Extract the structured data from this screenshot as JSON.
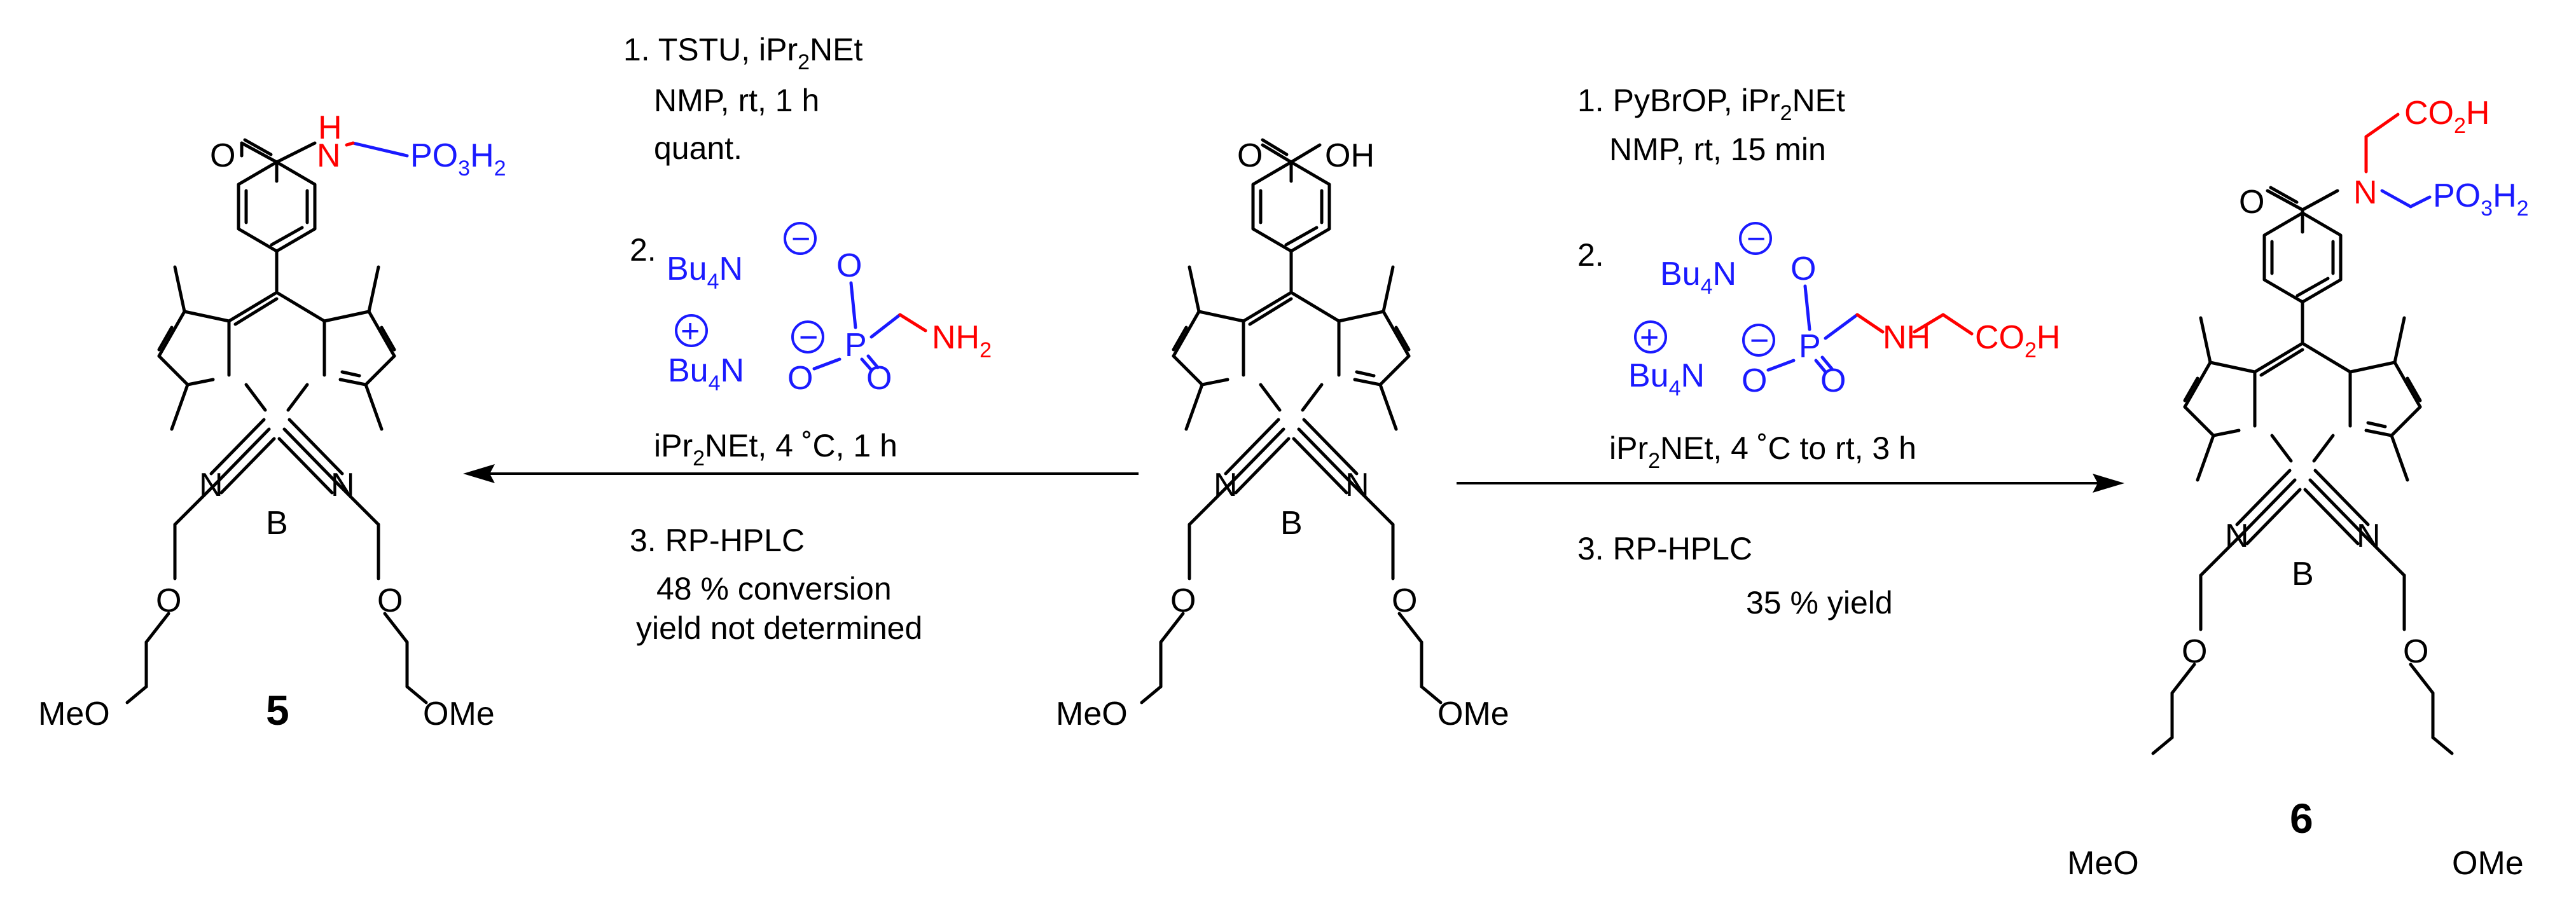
{
  "compound_labels": {
    "left": "5",
    "right": "6"
  },
  "groups": {
    "ome": "OMe",
    "meo": "MeO",
    "o": "O",
    "n": "N",
    "b": "B",
    "h": "H",
    "oh": "OH",
    "po3h2_main": "PO",
    "po3h2_sub3": "3",
    "po3h2_h": "H",
    "po3h2_sub2": "2",
    "co2h_main": "CO",
    "co2h_sub": "2",
    "co2h_h": "H"
  },
  "reagents": {
    "bu4n_main": "Bu",
    "bu4n_sub": "4",
    "bu4n_n": "N",
    "p": "P",
    "o": "O",
    "nh2_main": "NH",
    "nh2_sub": "2",
    "minus": "−",
    "plus": "+"
  },
  "left_conditions": {
    "step1_line1_a": "1. TSTU, iPr",
    "step1_line1_sub": "2",
    "step1_line1_b": "NEt",
    "step1_line2": "NMP, rt, 1 h",
    "step1_line3": "quant.",
    "step2_label": "2.",
    "base_a": "iPr",
    "base_sub": "2",
    "base_b": "NEt, 4 ˚C, 1 h",
    "step3_line1": "3. RP-HPLC",
    "step3_line2": "48 % conversion",
    "step3_line3": "yield not determined"
  },
  "right_conditions": {
    "step1_line1_a": "1. PyBrOP, iPr",
    "step1_line1_sub": "2",
    "step1_line1_b": "NEt",
    "step1_line2": "NMP, rt, 15 min",
    "step2_label": "2.",
    "base_a": "iPr",
    "base_sub": "2",
    "base_b": "NEt, 4 ˚C to rt, 3 h",
    "step3_line1": "3. RP-HPLC",
    "step3_line2": "35 % yield"
  }
}
